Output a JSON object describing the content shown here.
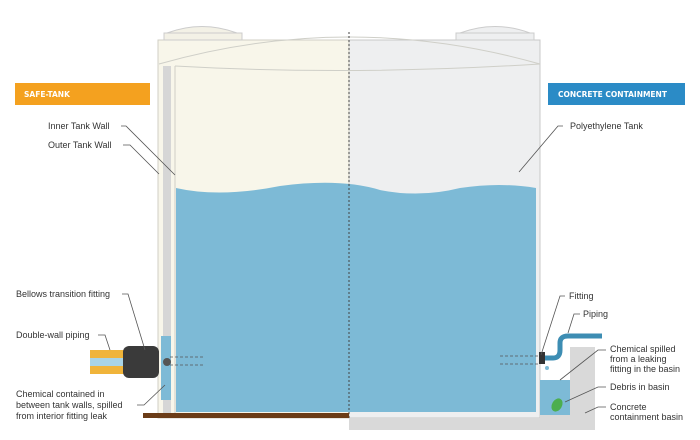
{
  "left": {
    "title": "SAFE-TANK",
    "labels": {
      "inner_wall": "Inner Tank Wall",
      "outer_wall": "Outer Tank Wall",
      "bellows": "Bellows transition fitting",
      "piping": "Double-wall piping",
      "chemical": [
        "Chemical contained in",
        "between tank walls, spilled",
        "from interior fitting leak"
      ]
    }
  },
  "right": {
    "title": "CONCRETE CONTAINMENT",
    "labels": {
      "tank": "Polyethylene Tank",
      "fitting": "Fitting",
      "piping": "Piping",
      "chemical": [
        "Chemical spilled",
        "from a leaking",
        "fitting in the basin"
      ],
      "debris": "Debris in basin",
      "basin": [
        "Concrete",
        "containment basin"
      ]
    }
  },
  "colors": {
    "safe_tank": "#f4a11f",
    "concrete": "#2b8bc6",
    "liquid": "#7dbad6",
    "left_tank": "#f8f6ea",
    "right_tank": "#eeeff0"
  }
}
